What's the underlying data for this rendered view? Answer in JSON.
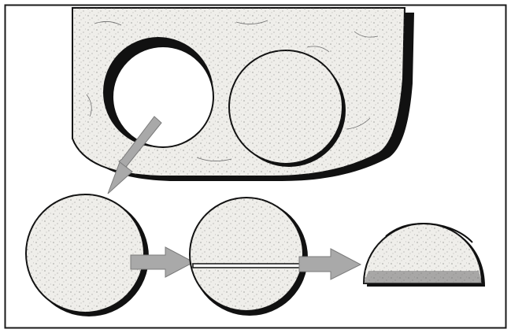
{
  "figure": {
    "kind": "illustration",
    "colors": {
      "background": "#ffffff",
      "frame": "#1a1a1a",
      "outline": "#111111",
      "slab_fill": "#efeeea",
      "stipple": "#6d6d6d",
      "cavity": "#ffffff",
      "arrow_fill": "#a9a9a9",
      "arrow_edge": "#7b7b7b",
      "shadow": "#111111"
    },
    "elements": [
      {
        "name": "dough-slab",
        "icon": "dough-slab-icon"
      },
      {
        "name": "cut-out-hole",
        "icon": "empty-circle-icon"
      },
      {
        "name": "round-in-slab",
        "icon": "dough-round-icon"
      },
      {
        "name": "lift-arrow",
        "icon": "diagonal-arrow-icon"
      },
      {
        "name": "dough-round",
        "icon": "dough-round-icon"
      },
      {
        "name": "first-arrow",
        "icon": "right-arrow-icon"
      },
      {
        "name": "creased-round",
        "icon": "creased-round-icon"
      },
      {
        "name": "second-arrow",
        "icon": "right-arrow-icon"
      },
      {
        "name": "folded-half-moon",
        "icon": "half-moon-icon"
      }
    ]
  }
}
